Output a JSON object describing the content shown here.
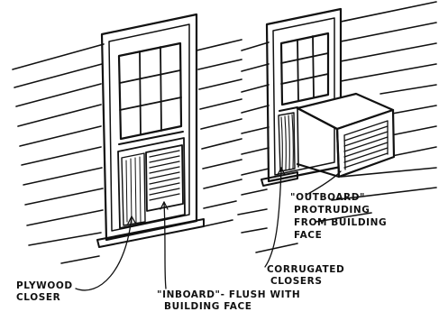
{
  "labels": {
    "plywood_closer": [
      "PLYWOOD",
      "CLOSER"
    ],
    "inboard": [
      "\"INBOARD\"- FLUSH WITH",
      "BUILDING FACE"
    ],
    "corrugated_closers": [
      "CORRUGATED",
      "CLOSERS"
    ],
    "outboard": [
      "\"OUTBOARD\"",
      "PROTRUDING",
      "FROM BUILDING",
      "FACE"
    ]
  },
  "colors": {
    "ink": "#111111",
    "paper": "#ffffff"
  }
}
